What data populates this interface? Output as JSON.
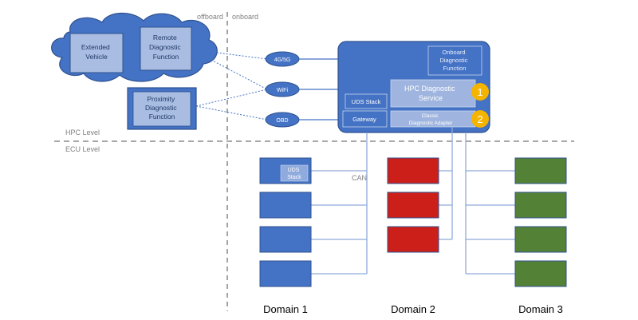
{
  "zones": {
    "offboard": "offboard",
    "onboard": "onboard",
    "hpc_level": "HPC Level",
    "ecu_level": "ECU Level"
  },
  "cloud": {
    "extended_vehicle": [
      "Extended",
      "Vehicle"
    ],
    "remote_diagnostic": [
      "Remote",
      "Diagnostic",
      "Function"
    ]
  },
  "proximity": [
    "Proximity",
    "Diagnostic",
    "Function"
  ],
  "links": {
    "cellular": "4G/5G",
    "wifi": "WiFi",
    "obd": "OBD"
  },
  "hpc": {
    "onboard_diagnostic": [
      "Onboard",
      "Diagnostic",
      "Function"
    ],
    "hpc_diagnostic_service": [
      "HPC Diagnostic",
      "Service"
    ],
    "uds_stack": "UDS Stack",
    "gateway": "Gateway",
    "classic_adapter": [
      "Classic",
      "Diagnostic Adapter"
    ],
    "badge_1": "1",
    "badge_2": "2"
  },
  "ecu": {
    "uds_stack": [
      "UDS",
      "Stack"
    ],
    "can_label": "CAN"
  },
  "domains": {
    "domain_1": "Domain 1",
    "domain_2": "Domain 2",
    "domain_3": "Domain 3"
  },
  "colors": {
    "box_blue": "#4472c4",
    "box_light": "#a9bde2",
    "box_border": "#2f528f",
    "cloud_fill": "#4472c4",
    "hpc_fill": "#4472c4",
    "hpc_inner": "#9fb5df",
    "domain2_fill": "#cc1f1a",
    "domain3_fill": "#538135",
    "line_blue": "#8faadc",
    "badge_fill": "#f4b400",
    "dashed": "#8c8c8c"
  }
}
